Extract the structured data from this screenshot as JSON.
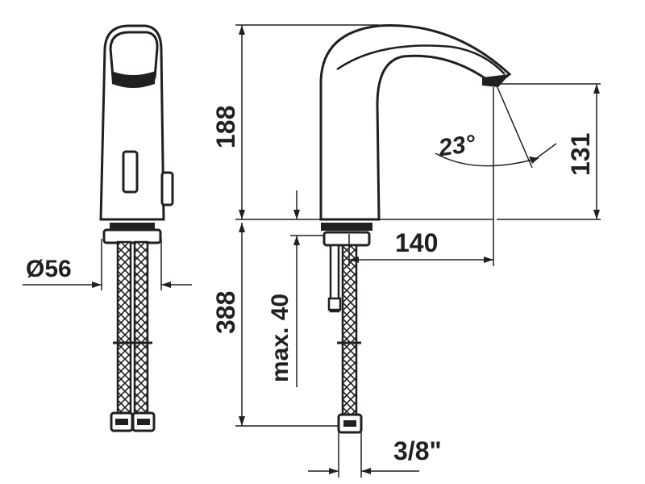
{
  "dimensions": {
    "diameter": "Ø56",
    "spout_height": "188",
    "angle": "23°",
    "drop_height": "131",
    "reach": "140",
    "hose_length": "388",
    "deck_thickness": "max. 40",
    "thread": "3/8\""
  },
  "colors": {
    "ink": "#231f20",
    "background": "#ffffff"
  }
}
